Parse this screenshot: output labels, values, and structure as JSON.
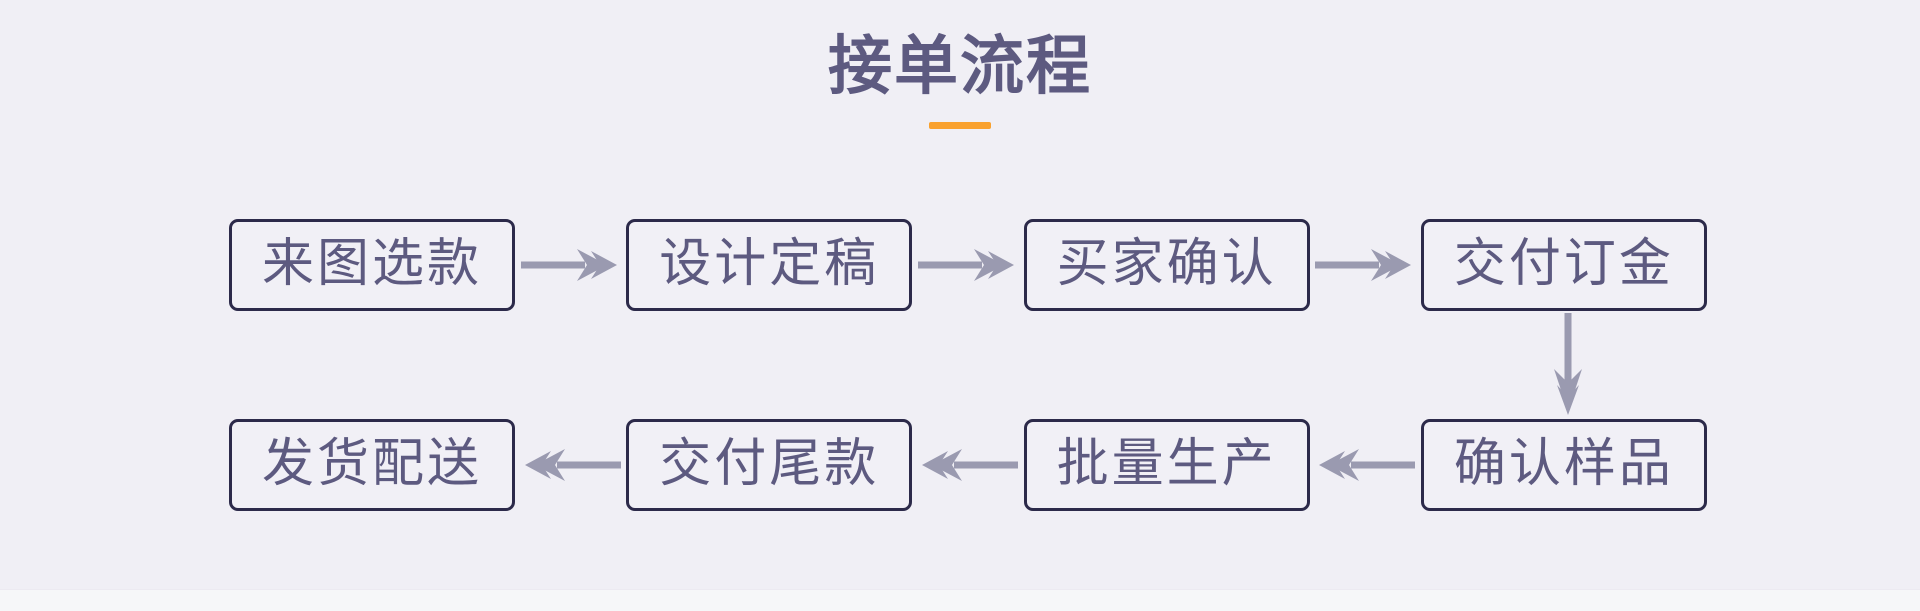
{
  "title": {
    "text": "接单流程",
    "accent_color": "#f9a12e"
  },
  "theme": {
    "background": "#f0eff5",
    "footer_background": "#f6f7f9",
    "box_border": "#2c2a4a",
    "box_fill": "#f1f0f6",
    "text_color": "#5d5a80",
    "arrow_color": "#9a9ab0"
  },
  "flow": {
    "row1": {
      "nodes": [
        {
          "label": "来图选款"
        },
        {
          "label": "设计定稿"
        },
        {
          "label": "买家确认"
        },
        {
          "label": "交付订金"
        }
      ],
      "connectors": [
        {
          "icon": "arrow-right-icon",
          "direction": "right"
        },
        {
          "icon": "arrow-right-icon",
          "direction": "right"
        },
        {
          "icon": "arrow-right-icon",
          "direction": "right"
        }
      ]
    },
    "row2": {
      "nodes": [
        {
          "label": "发货配送"
        },
        {
          "label": "交付尾款"
        },
        {
          "label": "批量生产"
        },
        {
          "label": "确认样品"
        }
      ],
      "connectors": [
        {
          "icon": "arrow-left-icon",
          "direction": "left"
        },
        {
          "icon": "arrow-left-icon",
          "direction": "left"
        },
        {
          "icon": "arrow-left-icon",
          "direction": "left"
        }
      ]
    },
    "vertical_connector": {
      "icon": "arrow-down-icon",
      "direction": "down"
    }
  }
}
